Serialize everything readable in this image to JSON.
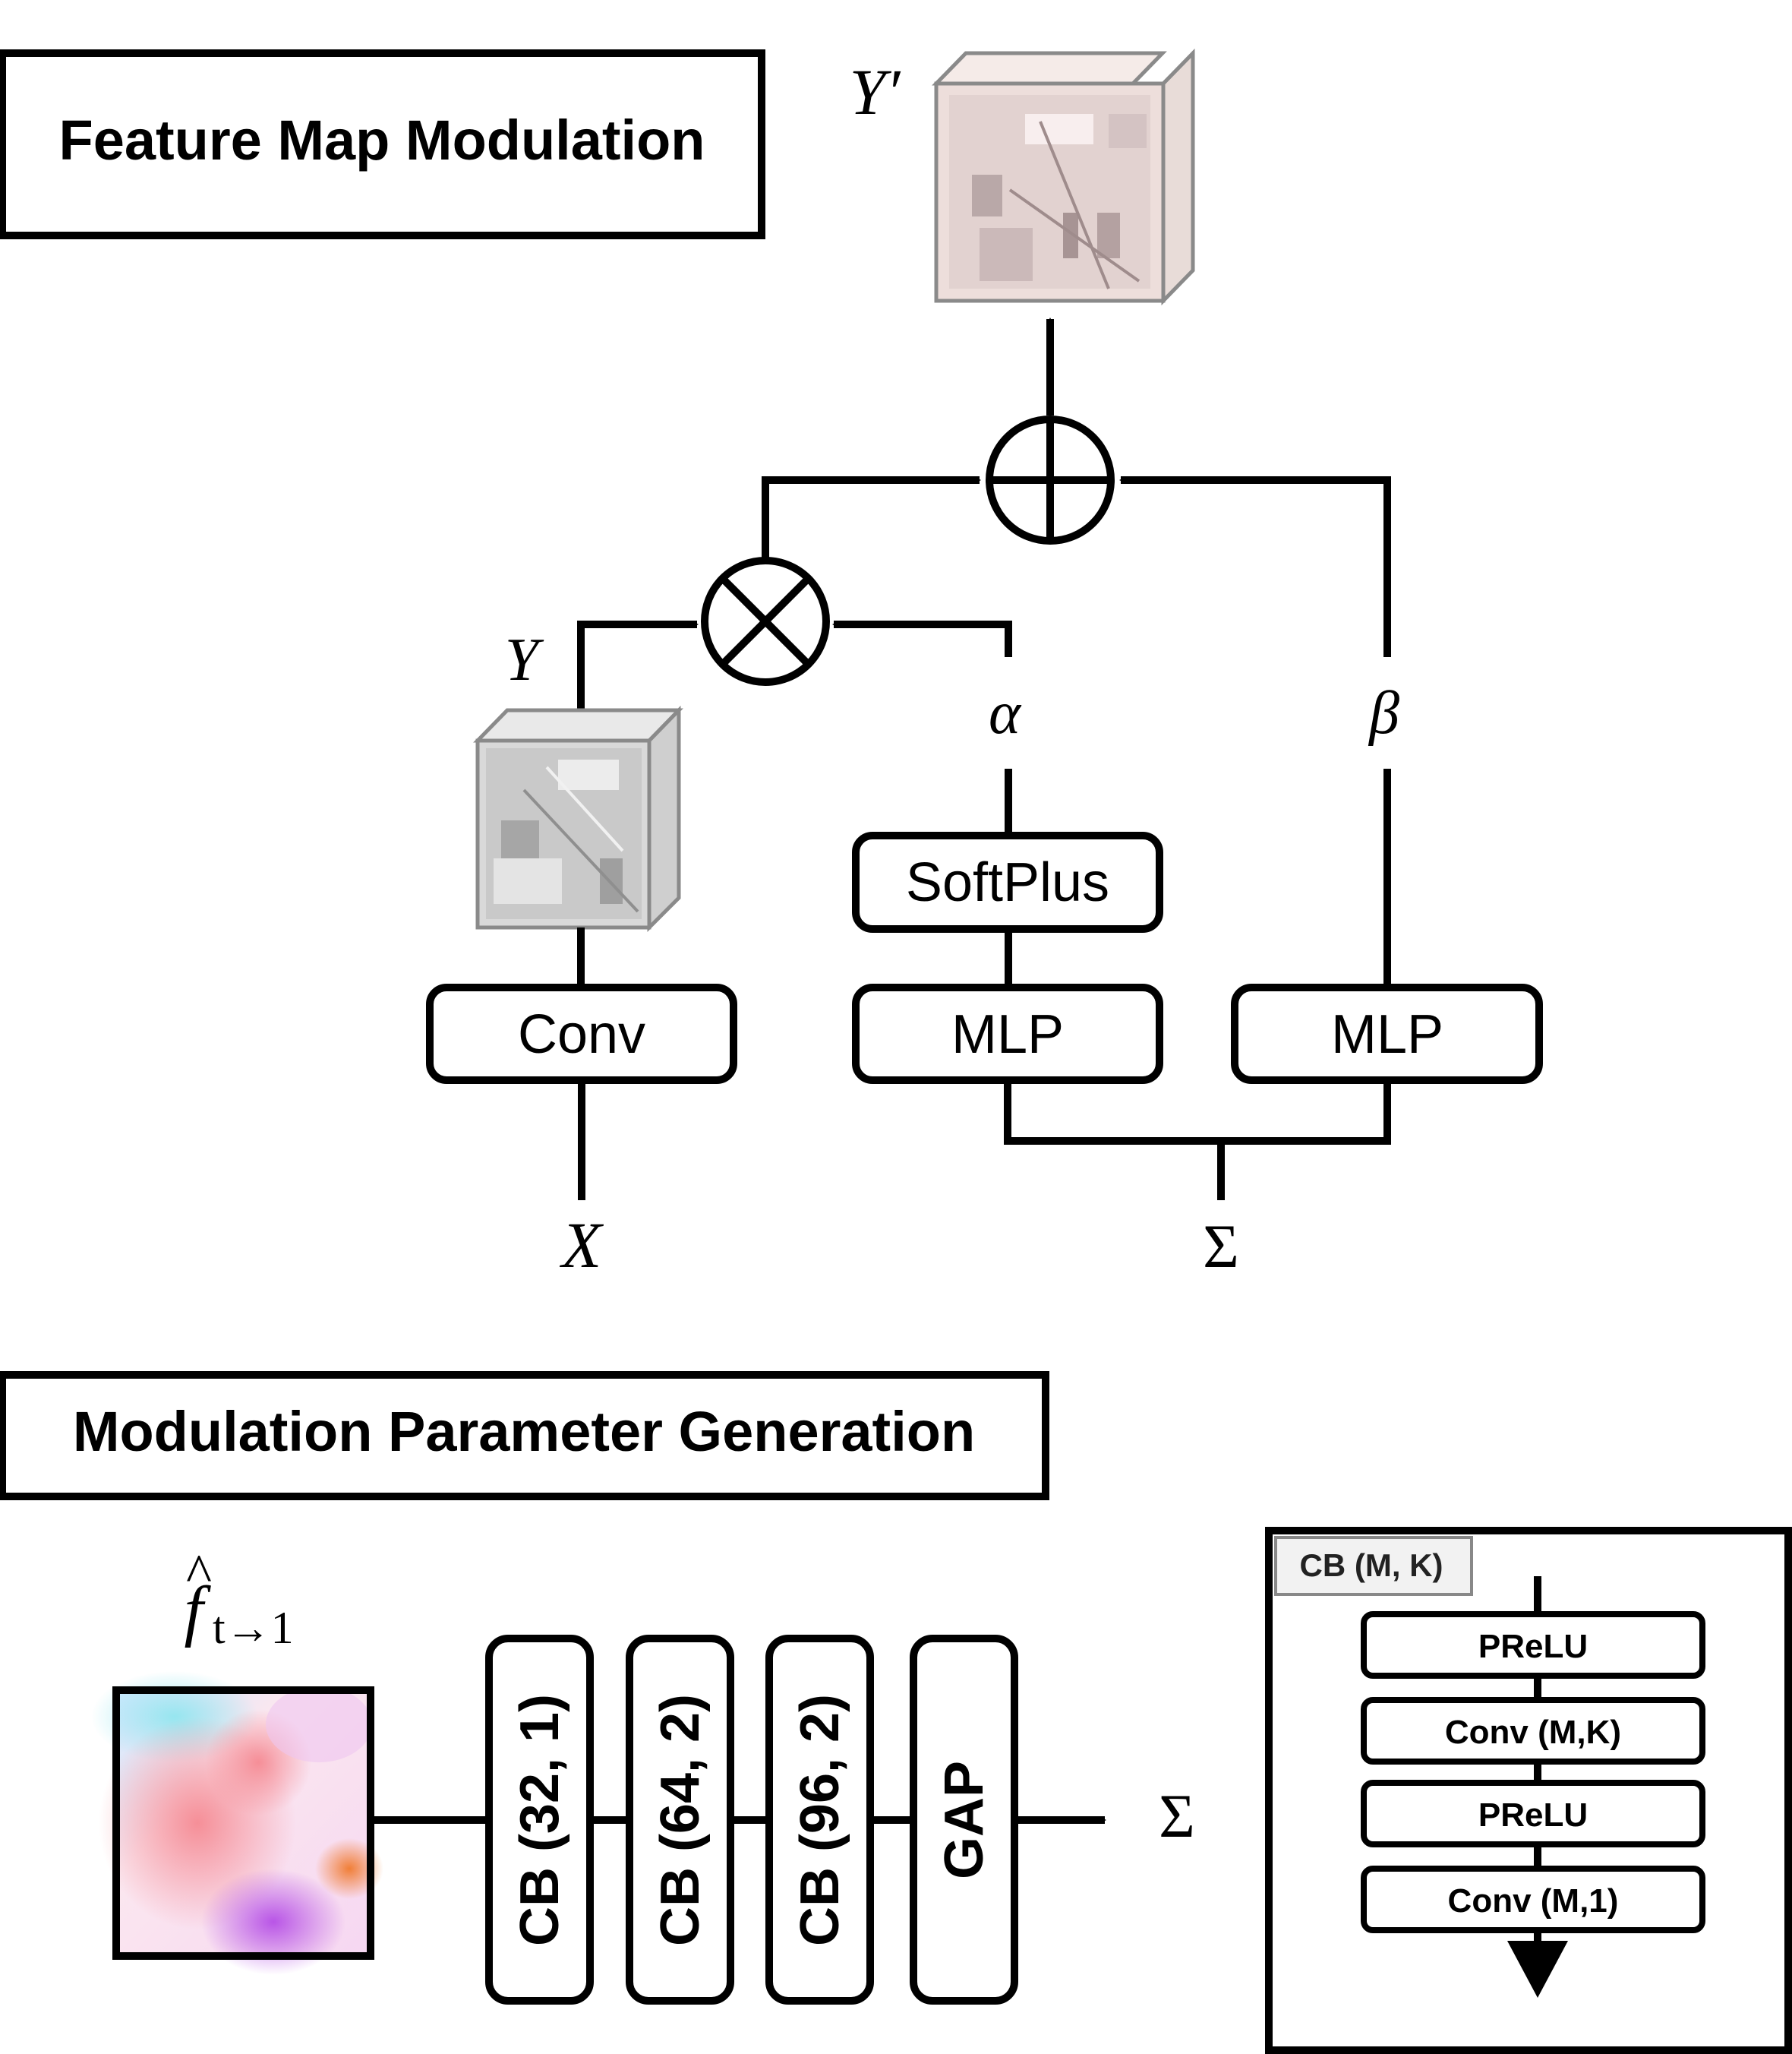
{
  "sections": {
    "feature_map_modulation": {
      "title": "Feature Map Modulation",
      "input_label": "X",
      "feature_label": "Y",
      "output_label": "Y′",
      "alpha_label": "α",
      "beta_label": "β",
      "sigma_label": "Σ",
      "conv_label": "Conv",
      "softplus_label": "SoftPlus",
      "mlp_alpha_label": "MLP",
      "mlp_beta_label": "MLP"
    },
    "modulation_parameter_generation": {
      "title": "Modulation Parameter Generation",
      "flow_label_base": "f",
      "flow_label_hat": "^",
      "flow_label_sub": "t→1",
      "blocks": [
        "CB (32, 1)",
        "CB (64, 2)",
        "CB (96, 2)",
        "GAP"
      ],
      "output_label": "Σ"
    },
    "cb_detail": {
      "title": "CB (M, K)",
      "layers": [
        "PReLU",
        "Conv (M,K)",
        "PReLU",
        "Conv (M,1)"
      ]
    }
  },
  "colors": {
    "stroke": "#000000",
    "background": "#ffffff",
    "legend_fill": "#f2f2f2",
    "legend_stroke": "#888888",
    "output_cube_tint": "#f3e6e2",
    "input_cube_tint": "#dcdcdc"
  }
}
